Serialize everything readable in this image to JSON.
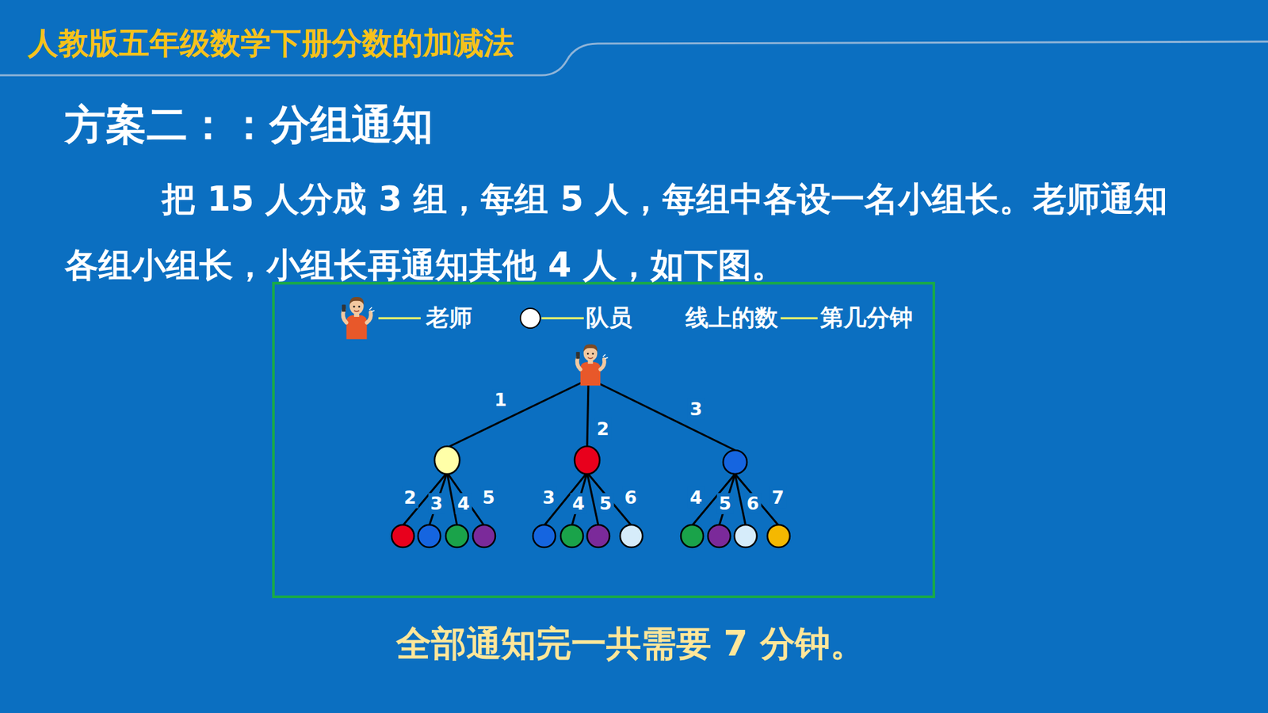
{
  "diagram": {
    "title": "方案二：：分组通知",
    "caption": "全部通知完一共需要 7 分钟。",
    "labels": [
      "人教版五年级数学下册分数的加减法",
      "把 15 人分成 3 组，每组 5 人，每组中各设一名小组长。老师通知各组小组长，小组长再通知其他 4 人，如下图。",
      "线上的数",
      "1",
      "2",
      "3",
      "2",
      "3",
      "4",
      "5",
      "3",
      "4",
      "5",
      "6",
      "4",
      "5",
      "6",
      "7"
    ],
    "legend": [
      {
        "text": "老师"
      },
      {
        "text": "队员",
        "color": "#ffffff"
      },
      {
        "text": "第几分钟"
      }
    ]
  }
}
